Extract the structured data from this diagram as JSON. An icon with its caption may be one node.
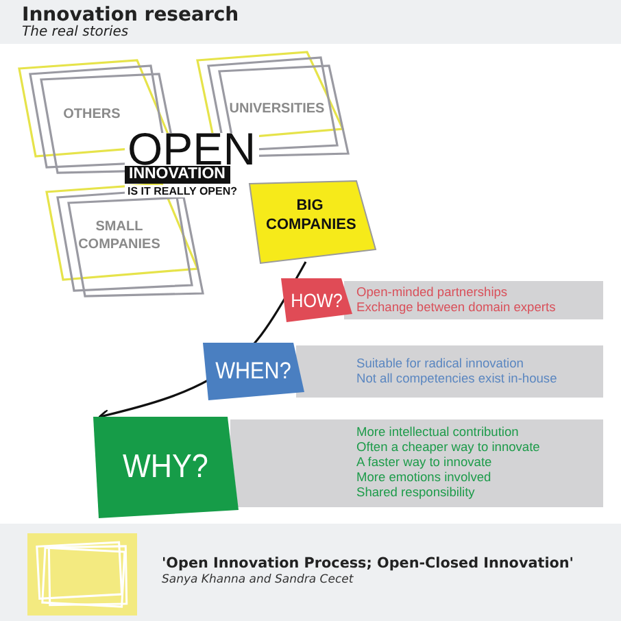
{
  "diagram": {
    "title": "Innovation research",
    "nodes": [
      {
        "text": [
          "OTHERS"
        ]
      },
      {
        "text": [
          "UNIVERSITIES"
        ]
      },
      {
        "text": [
          "SMALL COMPANIES"
        ]
      },
      {
        "text": [
          "BIG COMPANIES"
        ]
      },
      {
        "text": [
          "HOW?",
          "Open-minded partnerships",
          "Exchange between domain experts"
        ]
      },
      {
        "text": [
          "WHEN?",
          "Suitable for radical innovation",
          "Not all competencies exist in-house"
        ]
      },
      {
        "text": [
          "WHY?",
          "More intellectual contribution",
          "Often a cheaper way to innovate",
          "A faster way to innovate",
          "More emotions involved",
          "Shared responsibility"
        ]
      }
    ],
    "edges": [
      {
        "from": 3,
        "to": 6,
        "arrow": "to"
      }
    ],
    "labels": [
      "The real stories",
      "OPEN",
      "INNOVATION",
      "IS IT REALLY OPEN?",
      "'Open Innovation Process; Open-Closed Innovation'",
      "Sanya Khanna and Sandra Cecet"
    ]
  }
}
